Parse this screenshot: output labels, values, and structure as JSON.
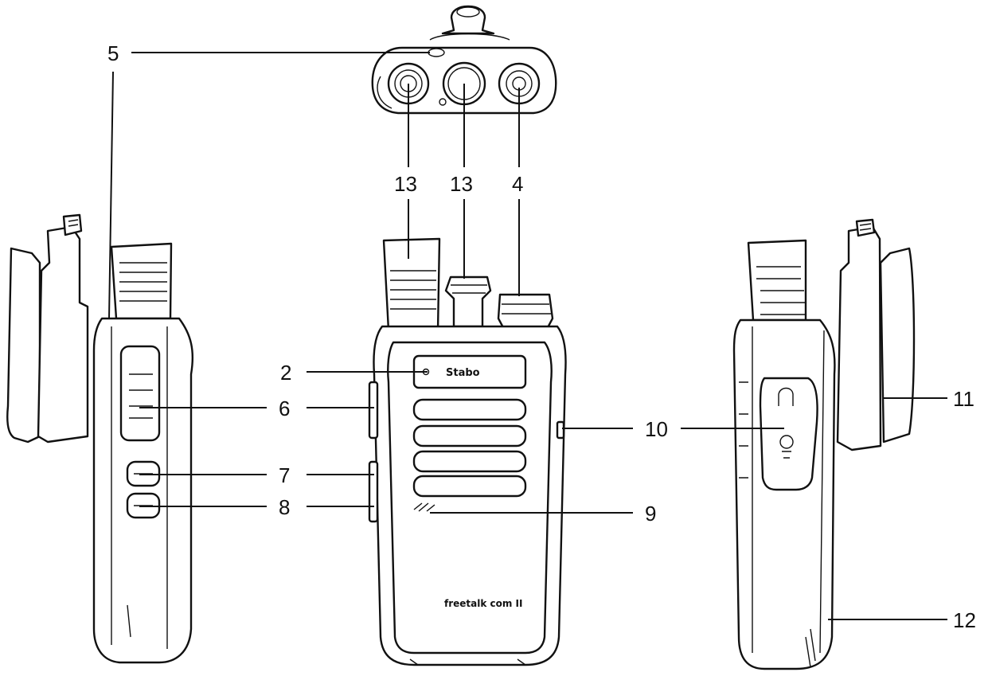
{
  "callouts": {
    "c2": "2",
    "c4": "4",
    "c5": "5",
    "c6": "6",
    "c7": "7",
    "c8": "8",
    "c9": "9",
    "c10": "10",
    "c11": "11",
    "c12": "12",
    "c13a": "13",
    "c13b": "13"
  },
  "device": {
    "model_text": "freetalk com II"
  }
}
